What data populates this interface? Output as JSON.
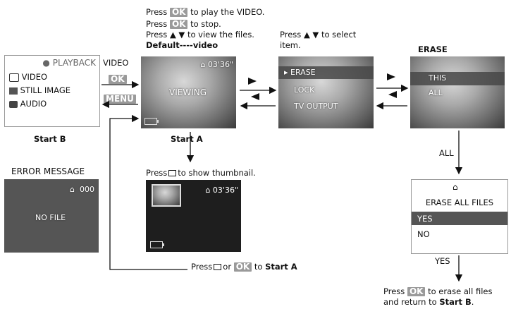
{
  "top_instructions": {
    "line1_pre": "Press",
    "line1_key": "OK",
    "line1_post": "to play the VIDEO.",
    "line2_pre": "Press",
    "line2_key": "OK",
    "line2_post": "to stop.",
    "line3_pre": "Press",
    "line3_arrows": "▲ ▼",
    "line3_post": "to view the files."
  },
  "default_title": "Default----video",
  "select_note": {
    "pre": "Press",
    "arrows": "▲ ▼",
    "post": "to select",
    "line2": "item."
  },
  "erase_title": "ERASE",
  "start_b": {
    "playback": "● PLAYBACK",
    "items": [
      "VIDEO",
      "STILL IMAGE",
      "AUDIO"
    ],
    "caption": "Start B"
  },
  "connector": {
    "video_label": "VIDEO",
    "ok_key": "OK",
    "menu_key": "MENU"
  },
  "screen_a": {
    "counter": "03'36\"",
    "overlay": "VIEWING",
    "caption": "Start A"
  },
  "menu_screen": {
    "items": [
      "ERASE",
      "LOCK",
      "TV OUTPUT"
    ]
  },
  "erase_screen": {
    "items": [
      "THIS",
      "ALL"
    ]
  },
  "thumb_note": {
    "pre": "Press",
    "post": "to show thumbnail."
  },
  "thumb_screen": {
    "counter": "03'36\""
  },
  "return_note": {
    "pre": "Press",
    "mid": "or",
    "key": "OK",
    "to": "to",
    "target": "Start A"
  },
  "error": {
    "title": "ERROR MESSAGE",
    "counter": "000",
    "message": "NO FILE"
  },
  "erase_all": {
    "branch_label": "ALL",
    "title": "ERASE ALL FILES",
    "options": [
      "YES",
      "NO"
    ],
    "selected": "YES",
    "yes_label": "YES"
  },
  "final_note": {
    "pre": "Press",
    "key": "OK",
    "post": "to erase all files",
    "line2_pre": "and return to",
    "target": "Start B"
  },
  "colors": {
    "key_bg": "#9a9a9a",
    "highlight": "#555555",
    "error_bg": "#555555"
  }
}
